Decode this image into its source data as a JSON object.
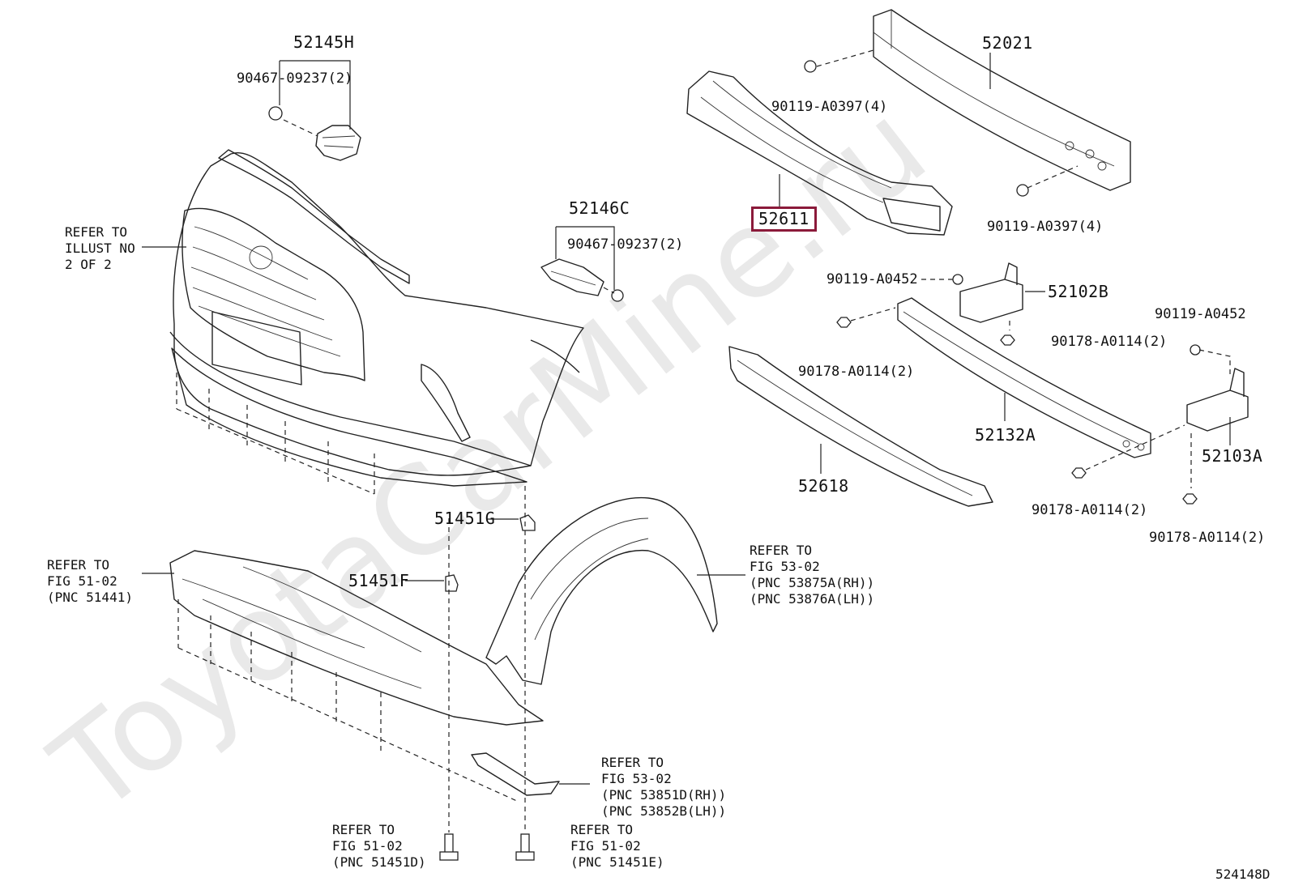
{
  "watermark": "ToyotaCarMine.ru",
  "diagram_code": "524148D",
  "highlight_color": "#8b1a3a",
  "labels": {
    "p52145H": "52145H",
    "p52145H_screw": "90467-09237(2)",
    "p52146C": "52146C",
    "p52146C_screw": "90467-09237(2)",
    "ref_illust": "REFER TO\nILLUST NO\n2 OF 2",
    "p52021": "52021",
    "p52021_bolt_top": "90119-A0397(4)",
    "p52021_bolt_bot": "90119-A0397(4)",
    "p52611": "52611",
    "p52102B": "52102B",
    "p52102B_bolt": "90119-A0452",
    "p52102B_nut_left": "90178-A0114(2)",
    "p52102B_nut_right": "90178-A0114(2)",
    "p52103A": "52103A",
    "p52103A_bolt": "90119-A0452",
    "p52103A_nut_left": "90178-A0114(2)",
    "p52103A_nut_right": "90178-A0114(2)",
    "p52132A": "52132A",
    "p52618": "52618",
    "p51451G": "51451G",
    "p51451F": "51451F",
    "ref_51441": "REFER TO\nFIG 51-02\n(PNC 51441)",
    "ref_53875": "REFER TO\nFIG 53-02\n(PNC 53875A(RH))\n(PNC 53876A(LH))",
    "ref_53851": "REFER TO\nFIG 53-02\n(PNC 53851D(RH))\n(PNC 53852B(LH))",
    "ref_51451D": "REFER TO\nFIG 51-02\n(PNC 51451D)",
    "ref_51451E": "REFER TO\nFIG 51-02\n(PNC 51451E)"
  }
}
